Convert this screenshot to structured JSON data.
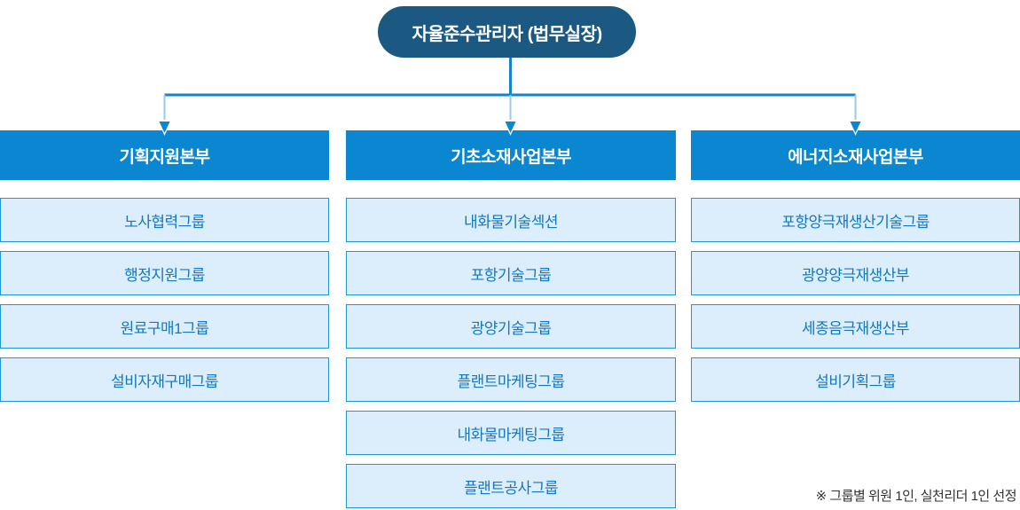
{
  "root": {
    "title": "자율준수관리자 (법무실장)"
  },
  "columns": [
    {
      "title": "기획지원본부",
      "items": [
        "노사협력그룹",
        "행정지원그룹",
        "원료구매1그룹",
        "설비자재구매그룹"
      ]
    },
    {
      "title": "기초소재사업본부",
      "items": [
        "내화물기술섹션",
        "포항기술그룹",
        "광양기술그룹",
        "플랜트마케팅그룹",
        "내화물마케팅그룹",
        "플랜트공사그룹"
      ]
    },
    {
      "title": "에너지소재사업본부",
      "items": [
        "포항양극재생산기술그룹",
        "광양양극재생산부",
        "세종음극재생산부",
        "설비기획그룹"
      ]
    }
  ],
  "footnote": "※ 그룹별 위원 1인, 실천리더 1인 선정",
  "colors": {
    "root_pill_bg": "#1B5982",
    "header_bg": "#0B86D0",
    "item_bg": "#DCEEFB",
    "item_border": "#1E96D8",
    "item_text": "#1577BF",
    "connector_main": "#1384CB",
    "connector_drop": "#9CCAEC",
    "arrow": "#0B86D0",
    "footnote_text": "#333333"
  }
}
